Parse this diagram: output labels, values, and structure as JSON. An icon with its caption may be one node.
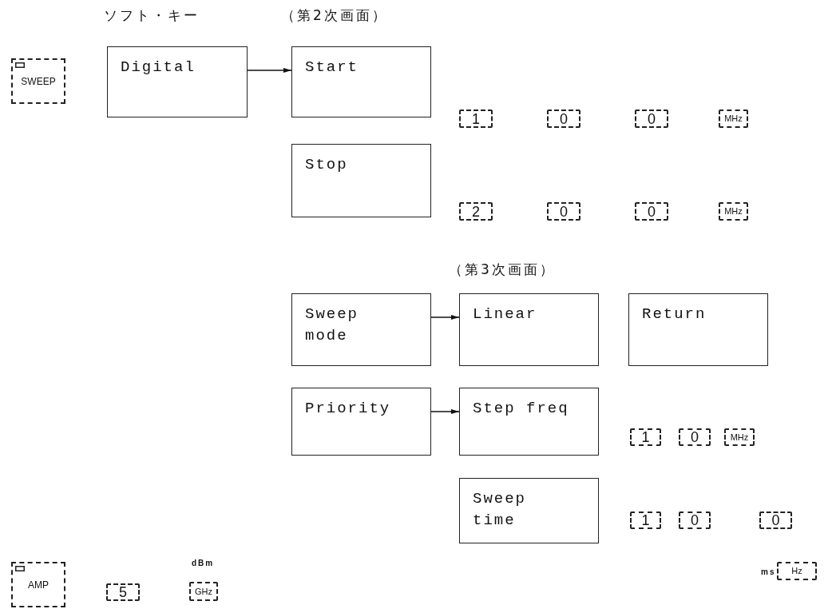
{
  "diagram": {
    "nodes": [
      {
        "text": [
          "SWEEP"
        ]
      },
      {
        "text": [
          "Digital"
        ]
      },
      {
        "text": [
          "Start"
        ]
      },
      {
        "text": [
          "Stop"
        ]
      },
      {
        "text": [
          "Sweep mode"
        ]
      },
      {
        "text": [
          "Linear"
        ]
      },
      {
        "text": [
          "Return"
        ]
      },
      {
        "text": [
          "Priority"
        ]
      },
      {
        "text": [
          "Step freq"
        ]
      },
      {
        "text": [
          "Sweep time"
        ]
      },
      {
        "text": [
          "1"
        ]
      },
      {
        "text": [
          "0"
        ]
      },
      {
        "text": [
          "0"
        ]
      },
      {
        "text": [
          "MHz"
        ]
      },
      {
        "text": [
          "2"
        ]
      },
      {
        "text": [
          "0"
        ]
      },
      {
        "text": [
          "0"
        ]
      },
      {
        "text": [
          "MHz"
        ]
      },
      {
        "text": [
          "1"
        ]
      },
      {
        "text": [
          "0"
        ]
      },
      {
        "text": [
          "MHz"
        ]
      },
      {
        "text": [
          "1"
        ]
      },
      {
        "text": [
          "0"
        ]
      },
      {
        "text": [
          "0"
        ]
      },
      {
        "text": [
          "AMP"
        ]
      },
      {
        "text": [
          "5"
        ]
      },
      {
        "text": [
          "GHz"
        ],
        "beside": [
          "dBm"
        ]
      },
      {
        "text": [
          "Hz"
        ],
        "beside": [
          "ms"
        ]
      }
    ],
    "edges": [
      {
        "from": 1,
        "to": 2,
        "arrow": "to"
      },
      {
        "from": 4,
        "to": 5,
        "arrow": "to"
      },
      {
        "from": 7,
        "to": 8,
        "arrow": "to"
      }
    ],
    "labels": [
      "ソフト・キー",
      "（第2次画面）",
      "（第3次画面）"
    ]
  }
}
